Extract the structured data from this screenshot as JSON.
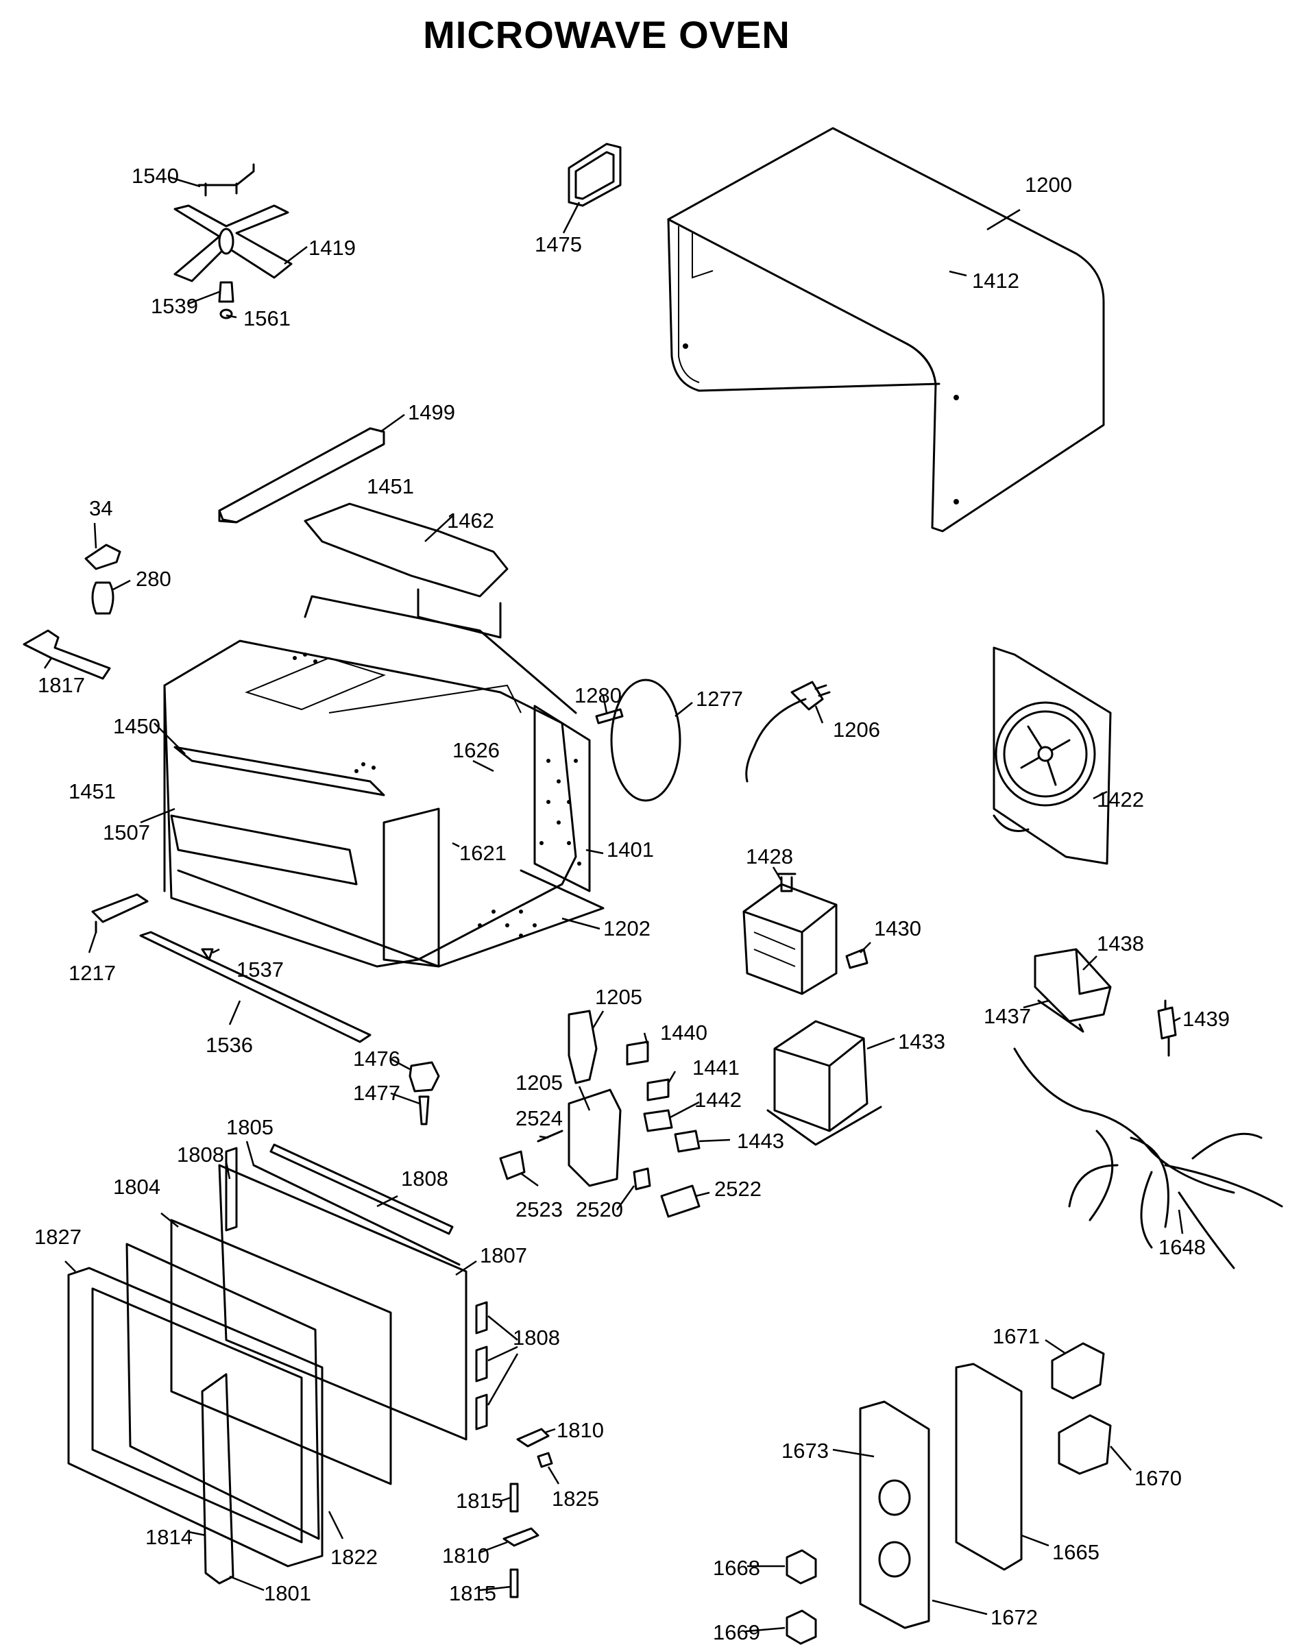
{
  "title": "MICROWAVE OVEN",
  "labels": {
    "p1540": "1540",
    "p1419": "1419",
    "p1539": "1539",
    "p1561": "1561",
    "p1475": "1475",
    "p1200": "1200",
    "p1412": "1412",
    "p1499": "1499",
    "p1451a": "1451",
    "p1462": "1462",
    "p34": "34",
    "p280": "280",
    "p1817": "1817",
    "p1450": "1450",
    "p1451b": "1451",
    "p1507": "1507",
    "p1626": "1626",
    "p1621": "1621",
    "p1401": "1401",
    "p1202": "1202",
    "p1217": "1217",
    "p1537": "1537",
    "p1536": "1536",
    "p1280": "1280",
    "p1277": "1277",
    "p1206": "1206",
    "p1422": "1422",
    "p1428": "1428",
    "p1430": "1430",
    "p1438": "1438",
    "p1437": "1437",
    "p1439": "1439",
    "p1205a": "1205",
    "p1440": "1440",
    "p1441": "1441",
    "p1205b": "1205",
    "p1442": "1442",
    "p1443": "1443",
    "p1433": "1433",
    "p1476": "1476",
    "p1477": "1477",
    "p2524": "2524",
    "p2523": "2523",
    "p2520": "2520",
    "p2522": "2522",
    "p1648": "1648",
    "p1805": "1805",
    "p1808a": "1808",
    "p1808b": "1808",
    "p1804": "1804",
    "p1827": "1827",
    "p1807": "1807",
    "p1808c": "1808",
    "p1810a": "1810",
    "p1815a": "1815",
    "p1825": "1825",
    "p1814": "1814",
    "p1822": "1822",
    "p1810b": "1810",
    "p1815b": "1815",
    "p1801": "1801",
    "p1671": "1671",
    "p1670": "1670",
    "p1673": "1673",
    "p1665": "1665",
    "p1668": "1668",
    "p1669": "1669",
    "p1672": "1672"
  }
}
